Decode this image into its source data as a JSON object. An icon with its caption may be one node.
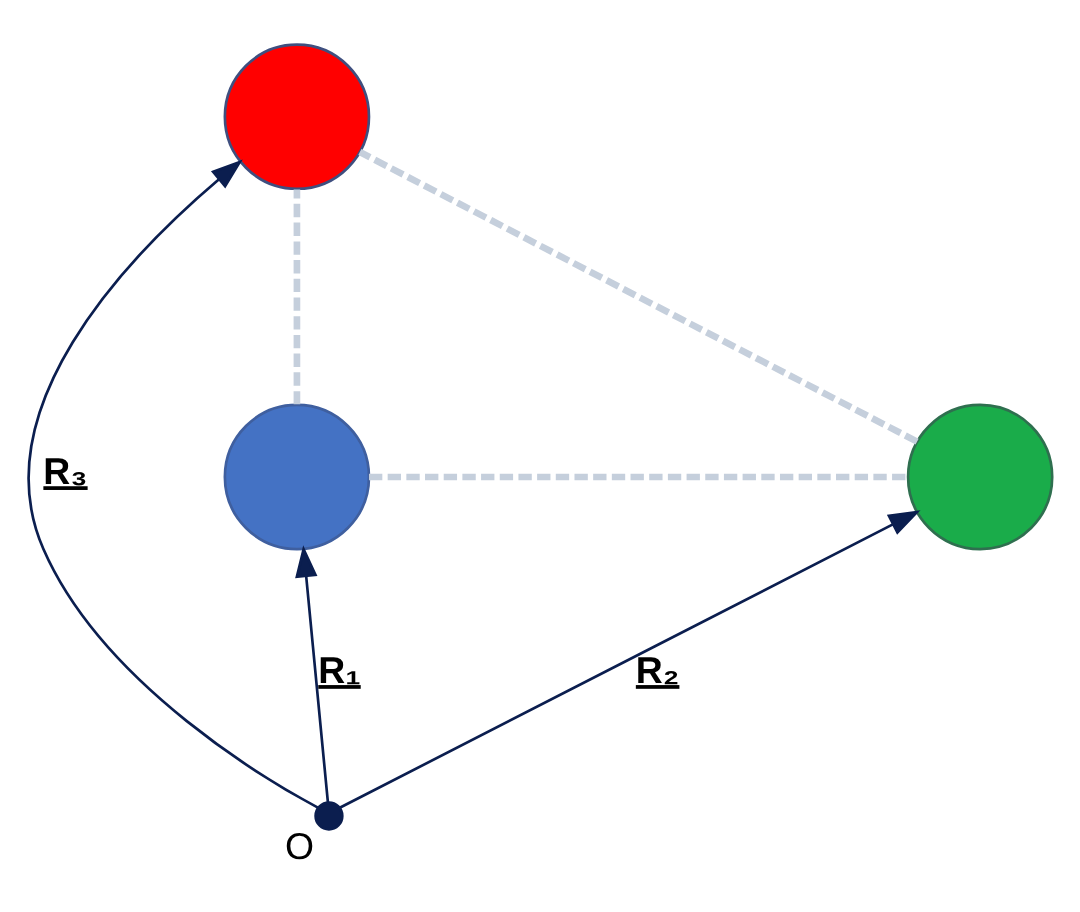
{
  "diagram": {
    "nodes": [
      {
        "text": [],
        "shape": "circle"
      },
      {
        "text": [],
        "shape": "circle"
      },
      {
        "text": [],
        "shape": "circle"
      },
      {
        "text": [],
        "shape": "circle",
        "beside": [
          "O"
        ]
      }
    ],
    "edges": [
      {
        "from": 3,
        "to": 1,
        "arrow": "to",
        "label": "R₁"
      },
      {
        "from": 3,
        "to": 2,
        "arrow": "to",
        "label": "R₂"
      },
      {
        "from": 3,
        "to": 0,
        "arrow": "to",
        "label": "R₃"
      },
      {
        "from": 1,
        "to": 0,
        "arrow": "none",
        "style": "dashed",
        "color": "#c5cfdc"
      },
      {
        "from": 1,
        "to": 2,
        "arrow": "none",
        "style": "dashed",
        "color": "#c5cfdc"
      },
      {
        "from": 2,
        "to": 0,
        "arrow": "none",
        "style": "dashed",
        "color": "#c5cfdc"
      }
    ]
  }
}
